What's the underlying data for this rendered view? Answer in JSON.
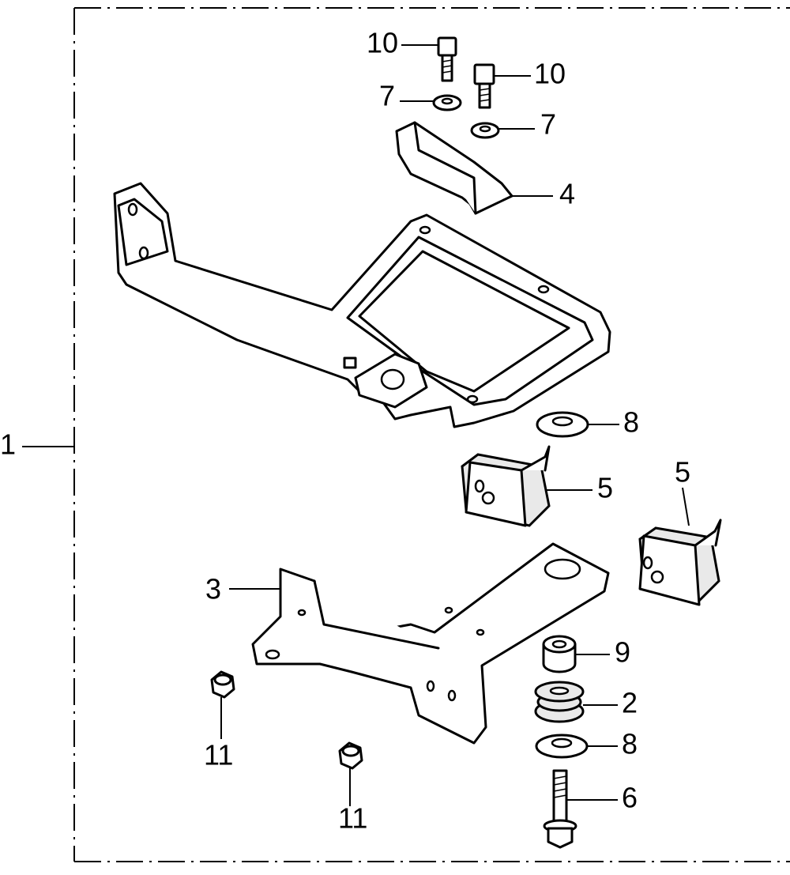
{
  "callouts": {
    "c1": "1",
    "c2": "2",
    "c3": "3",
    "c4": "4",
    "c5a": "5",
    "c5b": "5",
    "c6": "6",
    "c7a": "7",
    "c7b": "7",
    "c8a": "8",
    "c8b": "8",
    "c9": "9",
    "c10a": "10",
    "c10b": "10",
    "c11a": "11",
    "c11b": "11"
  },
  "colors": {
    "line": "#000000",
    "background": "#ffffff",
    "rubber_fill": "#e9e9e9"
  }
}
